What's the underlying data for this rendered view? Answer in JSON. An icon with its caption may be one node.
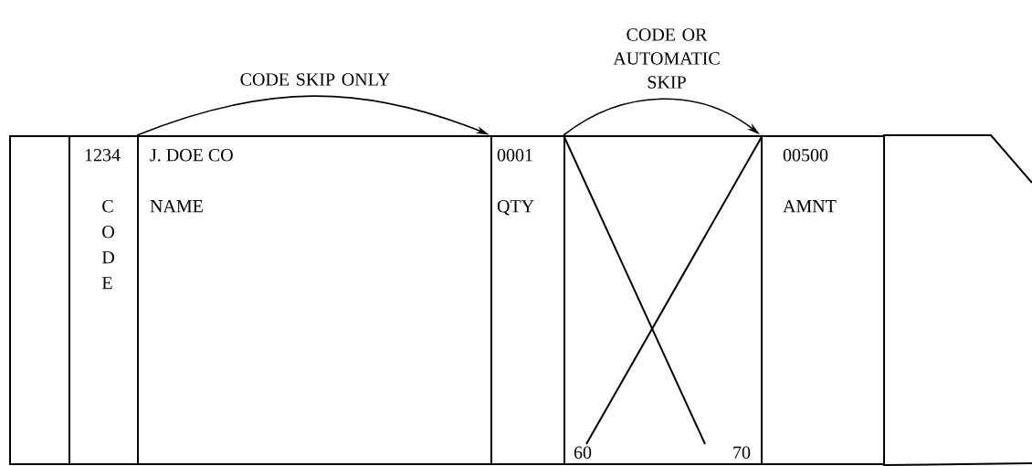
{
  "diagram": {
    "nodes": [
      {
        "text": [],
        "shape": "box"
      },
      {
        "text": [
          "1234",
          "CODE"
        ]
      },
      {
        "text": [
          "J. DOE CO",
          "NAME"
        ]
      },
      {
        "text": [
          "0001",
          "QTY"
        ]
      },
      {
        "text": [
          "60",
          "70"
        ]
      },
      {
        "text": [
          "00500",
          "AMNT"
        ]
      },
      {
        "text": [],
        "shape": "box"
      }
    ],
    "edges": [
      {
        "from": 2,
        "to": 3,
        "arrow": "to",
        "label": "CODE SKIP ONLY"
      },
      {
        "from": 4,
        "to": 5,
        "arrow": "to",
        "label": "CODE OR AUTOMATIC SKIP"
      }
    ]
  }
}
